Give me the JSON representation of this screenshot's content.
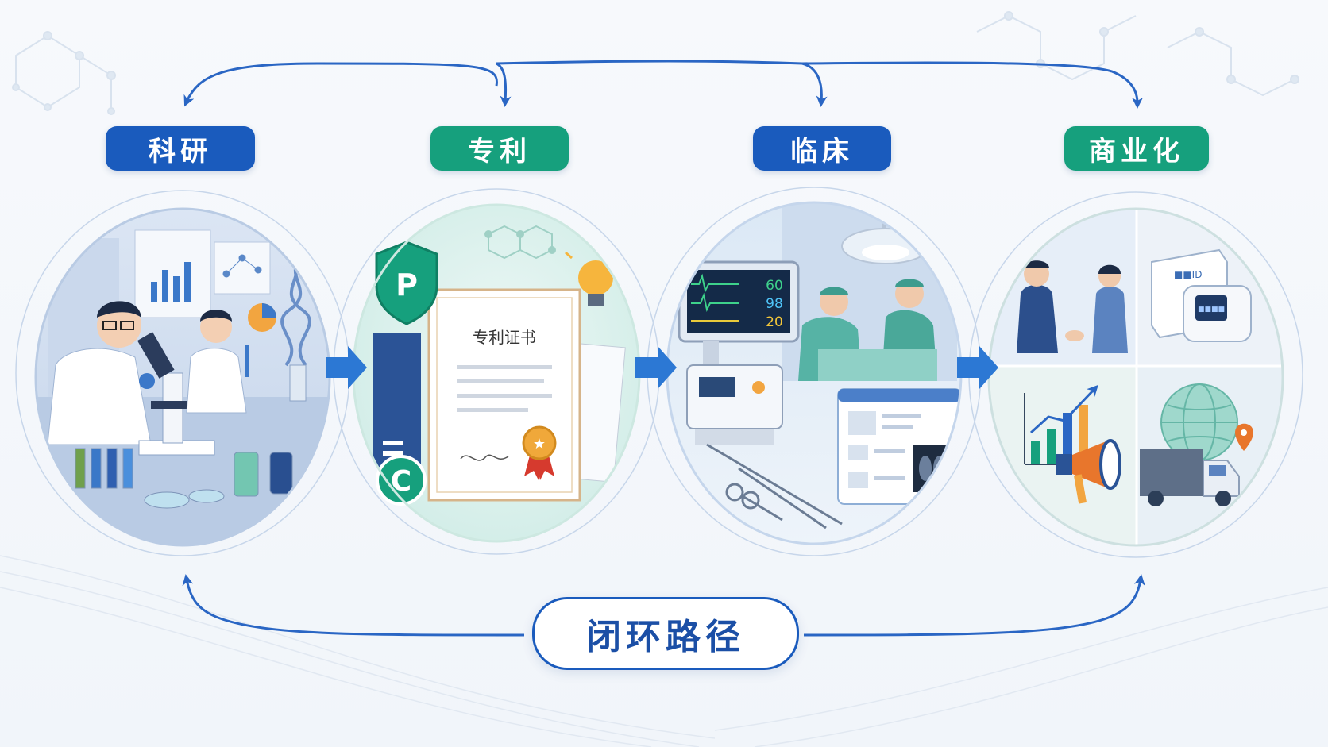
{
  "stages": [
    {
      "label": "科研",
      "color": "#1a5bbd"
    },
    {
      "label": "专利",
      "color": "#16a07d"
    },
    {
      "label": "临床",
      "color": "#1a5bbd"
    },
    {
      "label": "商业化",
      "color": "#16a07d"
    }
  ],
  "patent_certificate_title": "专利证书",
  "patent_icon_letter": "P",
  "copyright_icon_letter": "C",
  "monitor_readings": [
    "60",
    "98",
    "20"
  ],
  "product_box_text": "■■ID",
  "device_text": "■■■■",
  "loop_label": "闭环路径"
}
